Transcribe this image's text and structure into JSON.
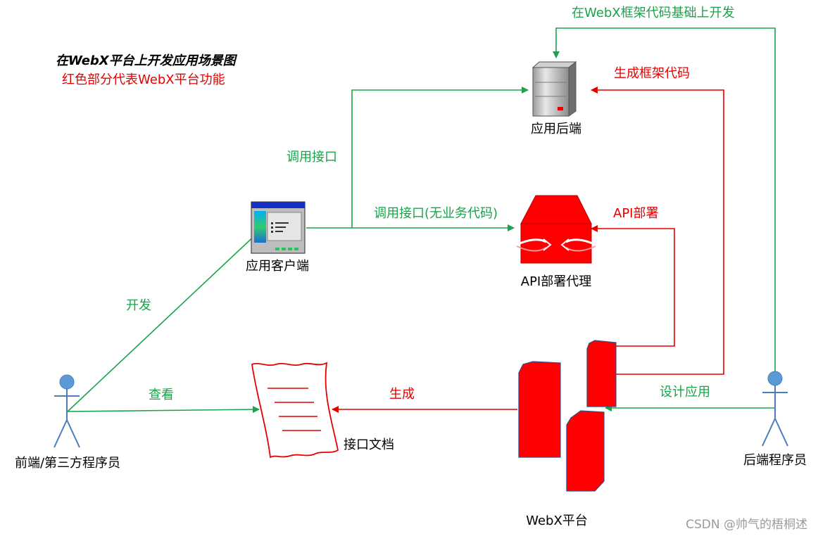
{
  "title": "在WebX平台上开发应用场景图",
  "subtitle": "红色部分代表WebX平台功能",
  "nodes": {
    "app_backend": "应用后端",
    "app_client": "应用客户端",
    "api_proxy": "API部署代理",
    "webx_platform": "WebX平台",
    "interface_doc": "接口文档",
    "frontend_dev": "前端/第三方程序员",
    "backend_dev": "后端程序员"
  },
  "edges": {
    "develop_on_framework": "在WebX框架代码基础上开发",
    "generate_framework": "生成框架代码",
    "call_interface": "调用接口",
    "call_interface_no_biz": "调用接口(无业务代码)",
    "api_deploy": "API部署",
    "develop": "开发",
    "view": "查看",
    "generate": "生成",
    "design_app": "设计应用"
  },
  "watermark": "CSDN @帅气的梧桐述",
  "colors": {
    "green": "#1aa34a",
    "red": "#e60000",
    "actor_fill": "#5b9bd5",
    "actor_stroke": "#4a7ebb"
  }
}
